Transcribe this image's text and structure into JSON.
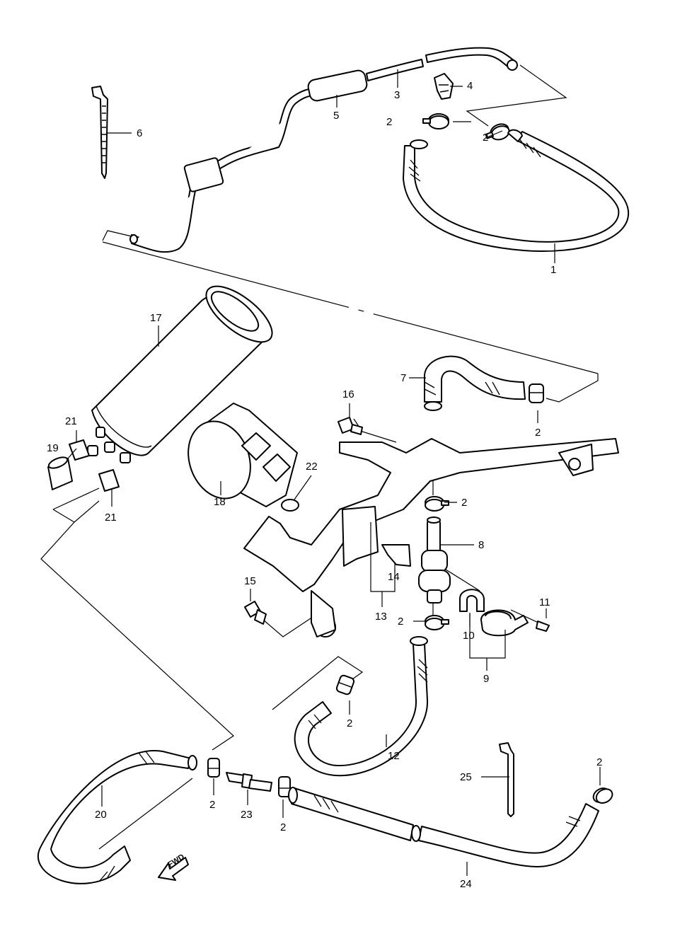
{
  "labels": {
    "p1": "1",
    "p2": "2",
    "p3": "3",
    "p4": "4",
    "p5": "5",
    "p6": "6",
    "p7": "7",
    "p8": "8",
    "p9": "9",
    "p10": "10",
    "p11": "11",
    "p12": "12",
    "p13": "13",
    "p14": "14",
    "p15": "15",
    "p16": "16",
    "p17": "17",
    "p18": "18",
    "p19": "19",
    "p20": "20",
    "p21": "21",
    "p22": "22",
    "p23": "23",
    "p24": "24",
    "p25": "25"
  },
  "forward_arrow": {
    "text": "FWD",
    "icon": "forward-arrow-icon"
  }
}
